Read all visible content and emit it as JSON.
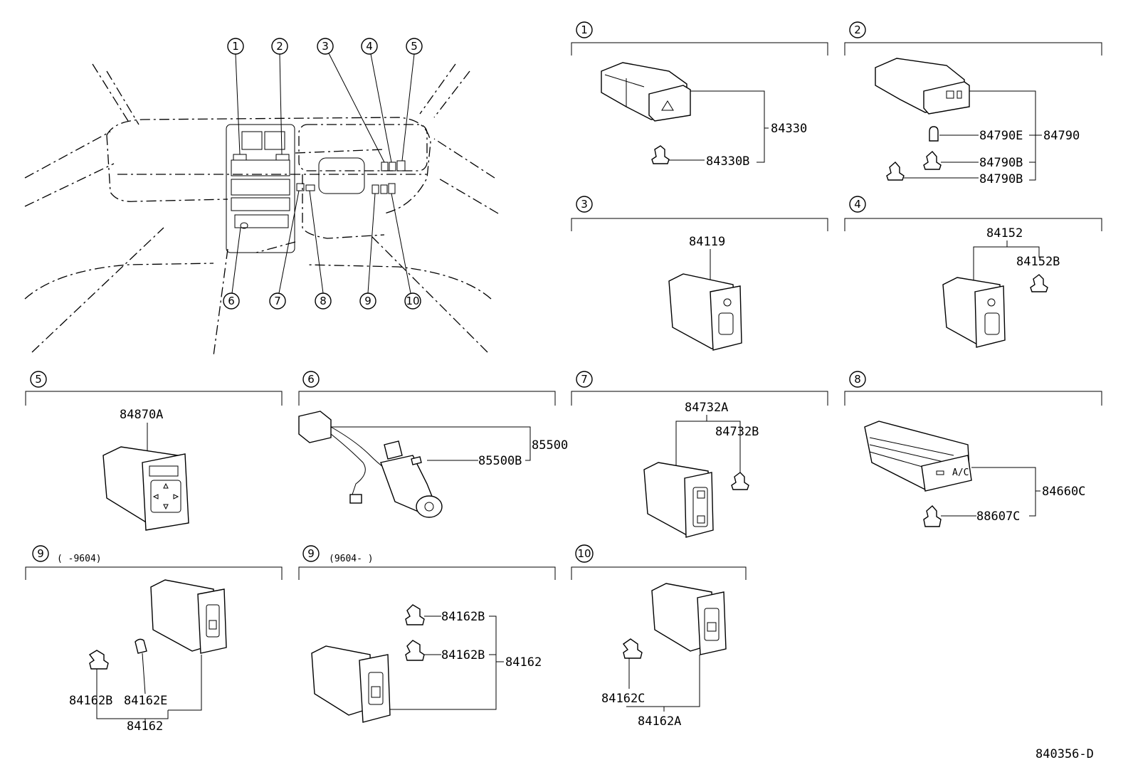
{
  "overview": {
    "callouts": [
      "1",
      "2",
      "3",
      "4",
      "5",
      "6",
      "7",
      "8",
      "9",
      "10"
    ]
  },
  "sections": {
    "s1": {
      "num": "1",
      "labels": {
        "a": "84330",
        "b": "84330B"
      }
    },
    "s2": {
      "num": "2",
      "labels": {
        "a": "84790E",
        "b": "84790",
        "c": "84790B",
        "d": "84790B"
      }
    },
    "s3": {
      "num": "3",
      "labels": {
        "a": "84119"
      }
    },
    "s4": {
      "num": "4",
      "labels": {
        "a": "84152",
        "b": "84152B"
      }
    },
    "s5": {
      "num": "5",
      "labels": {
        "a": "84870A"
      }
    },
    "s6": {
      "num": "6",
      "labels": {
        "a": "85500",
        "b": "85500B"
      }
    },
    "s7": {
      "num": "7",
      "labels": {
        "a": "84732A",
        "b": "84732B"
      }
    },
    "s8": {
      "num": "8",
      "labels": {
        "a": "84660C",
        "b": "88607C"
      }
    },
    "s9a": {
      "num": "9",
      "range": "(       -9604)",
      "labels": {
        "a": "84162B",
        "b": "84162E",
        "c": "84162"
      }
    },
    "s9b": {
      "num": "9",
      "range": "(9604-      )",
      "labels": {
        "a": "84162B",
        "b": "84162B",
        "c": "84162"
      }
    },
    "s10": {
      "num": "10",
      "labels": {
        "a": "84162C",
        "b": "84162A"
      }
    }
  },
  "footer": {
    "code": "840356-D"
  }
}
